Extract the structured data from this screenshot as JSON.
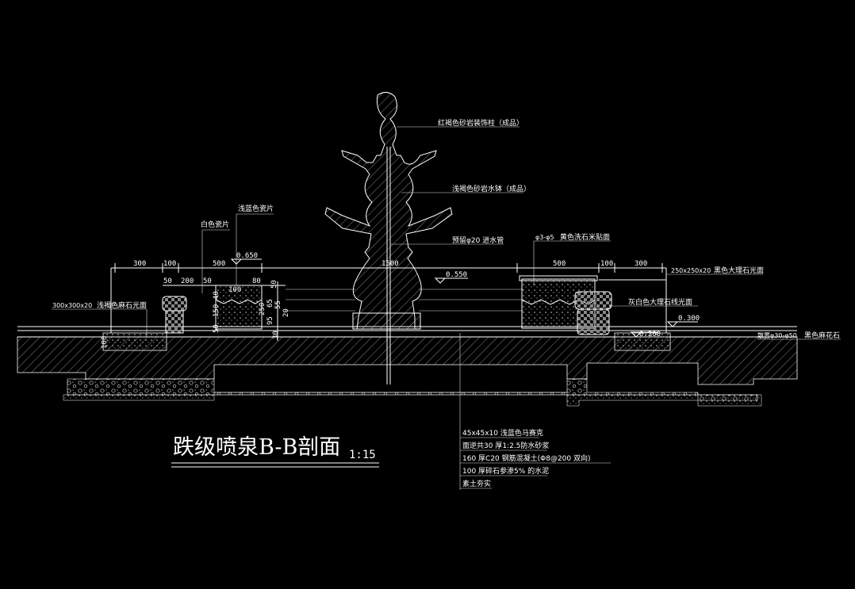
{
  "title": "跌级喷泉B-B剖面",
  "scale": "1:15",
  "colors": {
    "background": "#000000",
    "line": "#ffffff",
    "accent_red": "#ff3333"
  },
  "labels": {
    "sculpture_top": "红褐色砂岩装饰柱（成品）",
    "sculpture_body": "浅褐色砂岩水钵（成品）",
    "pipe": "预留φ20 进水管",
    "yellow_stone": "黄色洗石米贴面",
    "yellow_stone_dim": "φ3-φ5",
    "blue_tile": "浅蓝色瓷片",
    "white_tile": "白色瓷片",
    "light_stone": "浅褐色麻石光面",
    "light_stone_size": "300x300x20",
    "black_marble": "黑色大理石光面",
    "black_marble_size": "250x250x20",
    "grey_marble": "灰白色大理石线光面",
    "granite": "黑色麻花石",
    "granite_size": "散置φ30-φ50"
  },
  "elevations": {
    "e1": "0.650",
    "e2": "0.550",
    "e3": "0.300",
    "e4": "0.200"
  },
  "dims": {
    "left_300": "300",
    "left_100": "100",
    "left_500": "500",
    "mid_1500": "1500",
    "right_500": "500",
    "right_100": "100",
    "right_300": "300",
    "d50a": "50",
    "d200": "200",
    "d50b": "50",
    "d100": "100",
    "d80": "80",
    "v50": "50",
    "v250": "250",
    "v65": "65",
    "v55": "55",
    "v20": "20",
    "v95": "95",
    "v150": "150",
    "v50b": "50",
    "v40": "40",
    "v100": "100",
    "v30": "30"
  },
  "layers": [
    "45x45x10  浅蓝色马赛克",
    "面逆共30 厚1:2.5防水砂浆",
    "160 厚C20 钢筋混凝土(Φ8@200  双向)",
    "100 厚碎石参渗5% 的水泥",
    "素土夯实"
  ]
}
